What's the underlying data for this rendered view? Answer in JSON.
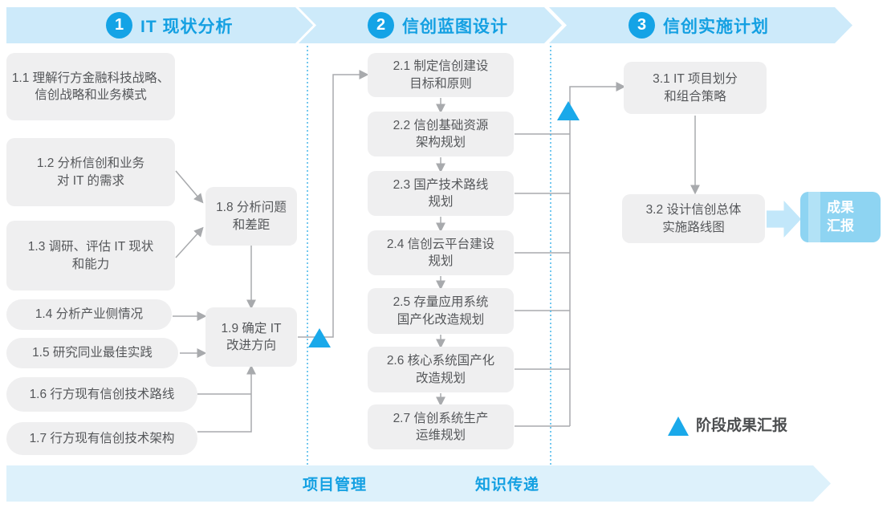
{
  "colors": {
    "accent_blue": "#14a3e6",
    "band_fill": "#cdeafa",
    "footer_band_fill": "#ddf1fb",
    "box_fill": "#efeff0",
    "box_text": "#55575a",
    "connector_gray": "#a8aaad",
    "milestone_triangle": "#1aa9ea",
    "result_box_fill": "#8ed4f2"
  },
  "phases": [
    {
      "number": "1",
      "title": "IT 现状分析"
    },
    {
      "number": "2",
      "title": "信创蓝图设计"
    },
    {
      "number": "3",
      "title": "信创实施计划"
    }
  ],
  "boxes": {
    "b1_1": "1.1 理解行方金融科技战略、\n信创战略和业务模式",
    "b1_2": "1.2 分析信创和业务\n对 IT 的需求",
    "b1_3": "1.3 调研、评估 IT 现状\n和能力",
    "b1_4": "1.4 分析产业侧情况",
    "b1_5": "1.5 研究同业最佳实践",
    "b1_6": "1.6 行方现有信创技术路线",
    "b1_7": "1.7 行方现有信创技术架构",
    "b1_8": "1.8 分析问题\n和差距",
    "b1_9": "1.9 确定 IT\n改进方向",
    "b2_1": "2.1 制定信创建设\n目标和原则",
    "b2_2": "2.2 信创基础资源\n架构规划",
    "b2_3": "2.3 国产技术路线\n规划",
    "b2_4": "2.4 信创云平台建设\n规划",
    "b2_5": "2.5 存量应用系统\n国产化改造规划",
    "b2_6": "2.6 核心系统国产化\n改造规划",
    "b2_7": "2.7 信创系统生产\n运维规划",
    "b3_1": "3.1 IT 项目划分\n和组合策略",
    "b3_2": "3.2 设计信创总体\n实施路线图"
  },
  "result_box_label": "成果\n汇报",
  "legend_label": "阶段成果汇报",
  "footer": {
    "project_management": "项目管理",
    "knowledge_transfer": "知识传递"
  }
}
